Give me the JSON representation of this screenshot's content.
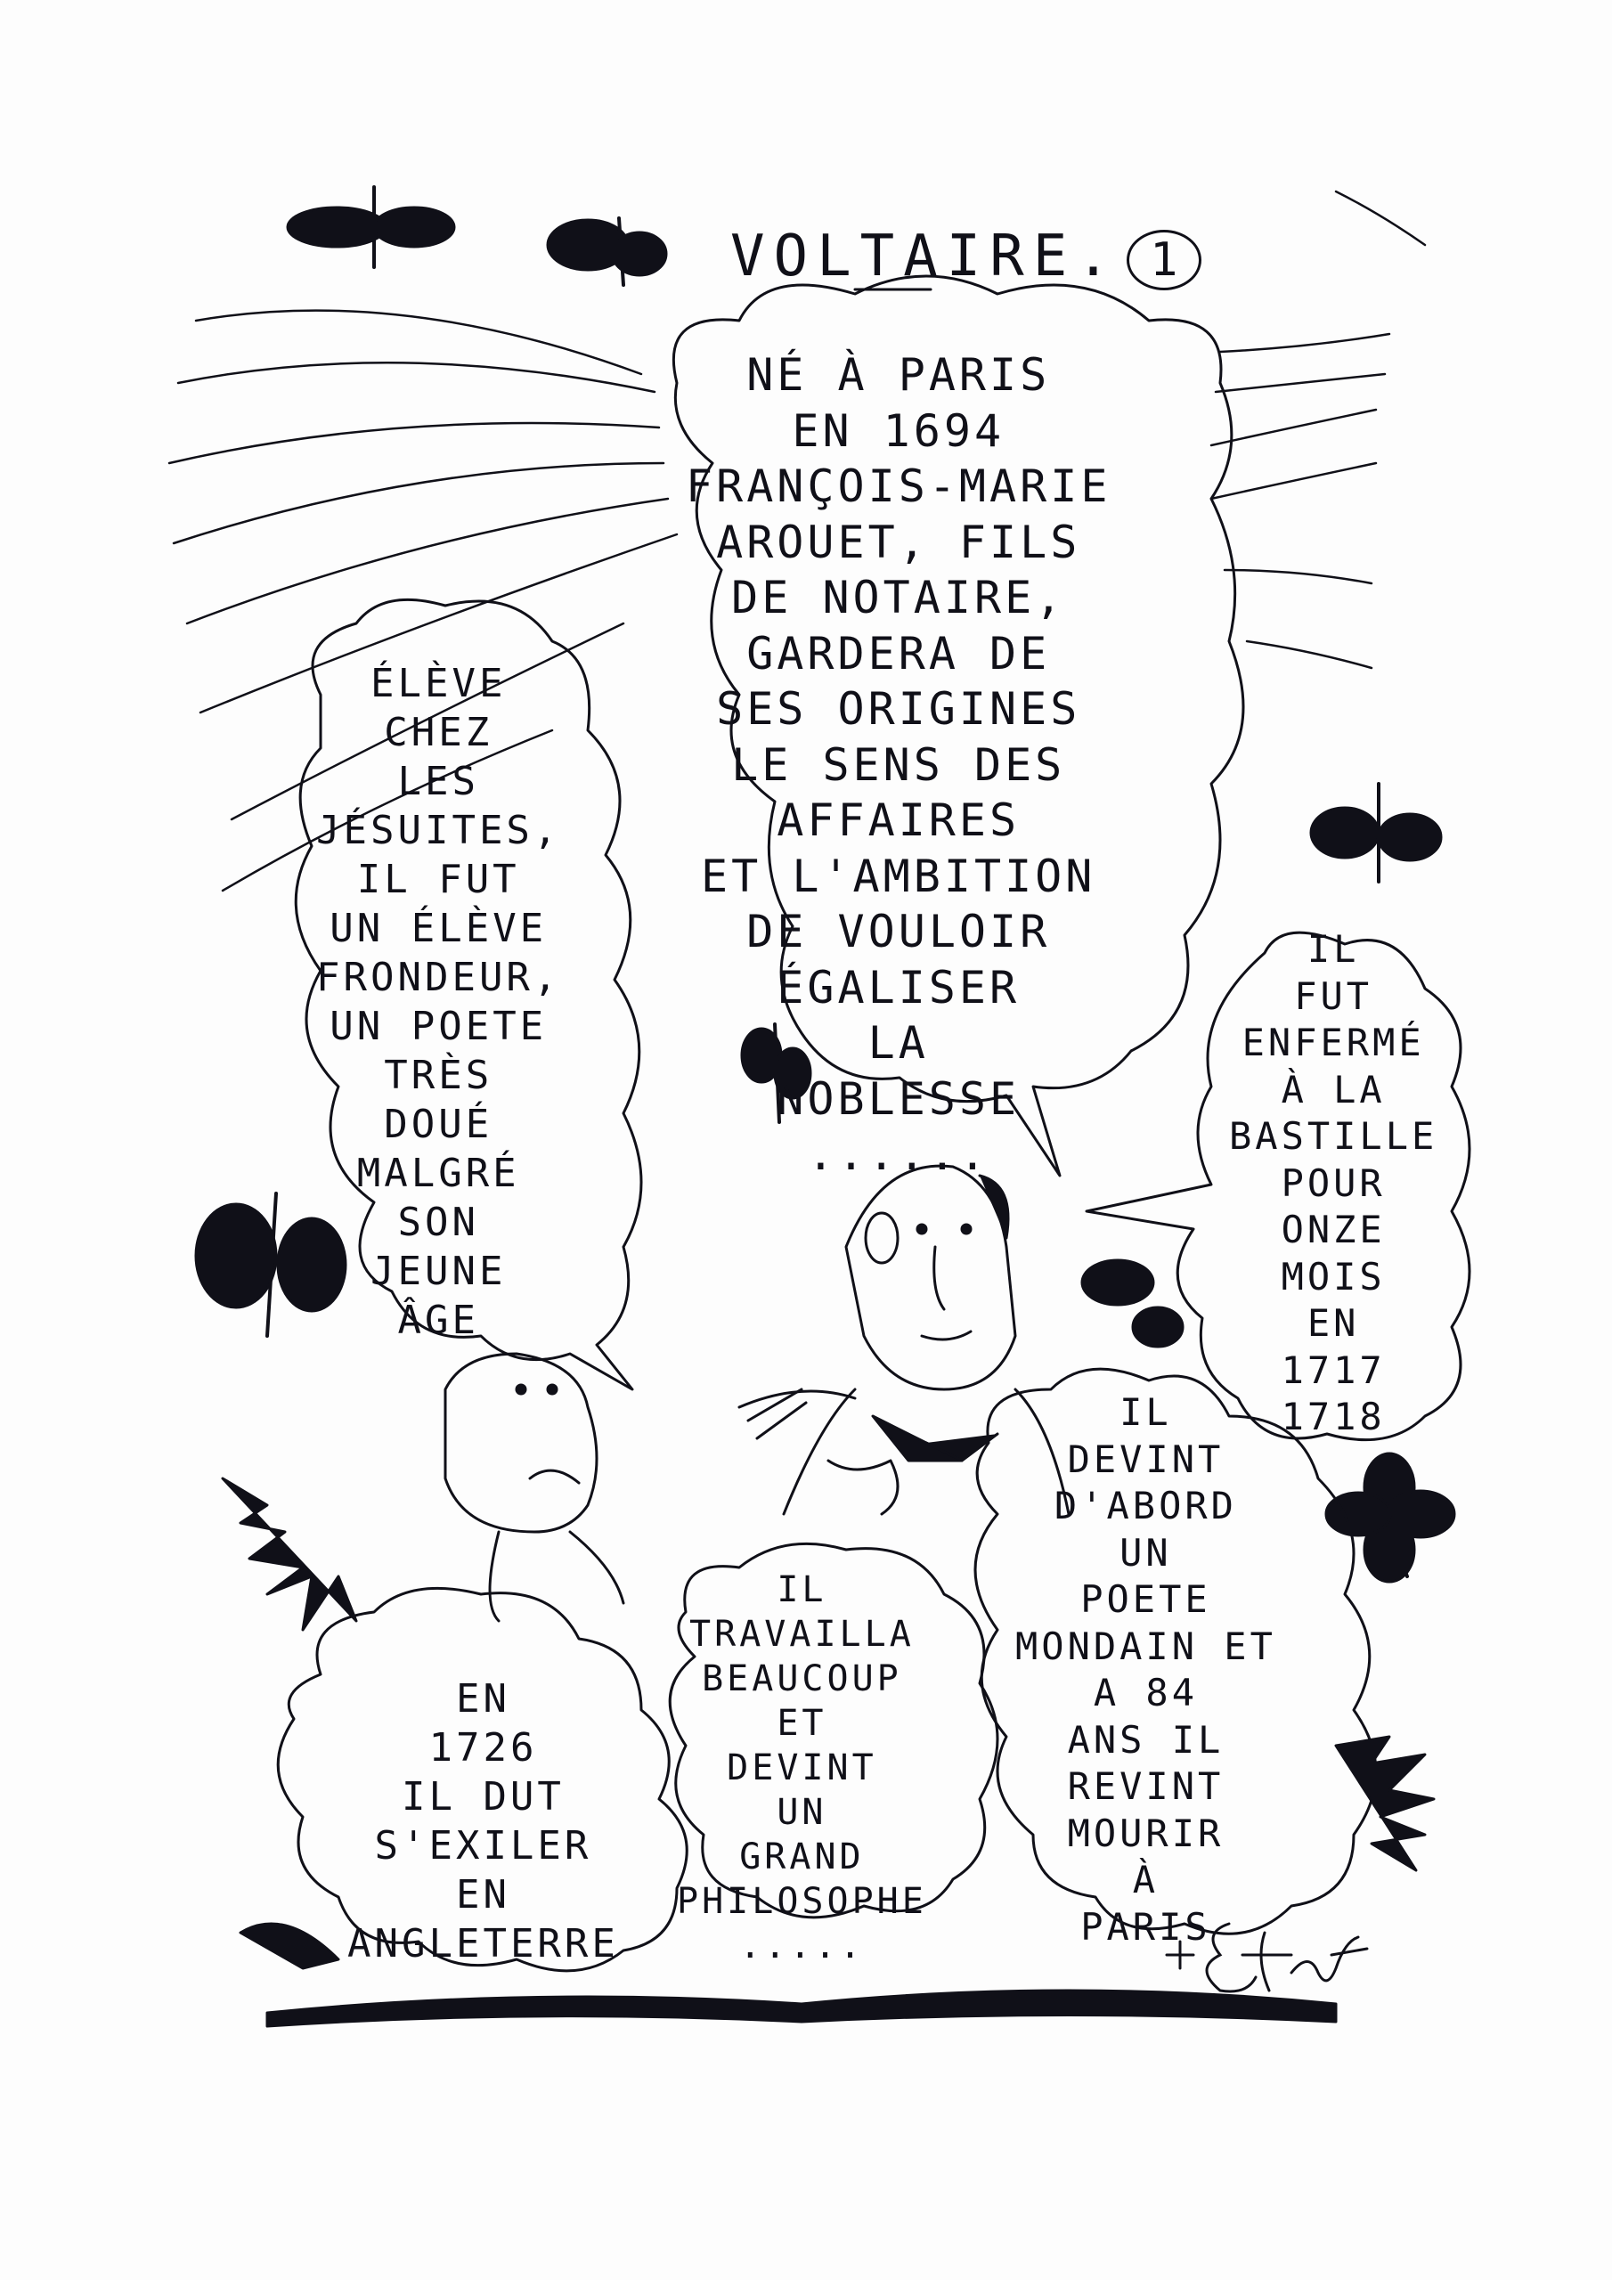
{
  "title": {
    "text": "VOLTAIRE.",
    "number": "1"
  },
  "bubbles": {
    "birth": {
      "lines": [
        "NÉ À PARIS",
        "EN 1694",
        "FRANÇOIS-MARIE",
        "AROUET, FILS",
        "DE NOTAIRE,",
        "GARDERA DE",
        "SES ORIGINES",
        "LE SENS DES",
        "AFFAIRES",
        "ET L'AMBITION",
        "DE VOULOIR",
        "ÉGALISER",
        "LA",
        "NOBLESSE",
        "......"
      ]
    },
    "jesuits": {
      "lines": [
        "ÉLÈVE",
        "CHEZ",
        "LES",
        "JÉSUITES,",
        "IL FUT",
        "UN ÉLÈVE",
        "FRONDEUR,",
        "UN POETE",
        "TRÈS",
        "DOUÉ",
        "MALGRÉ",
        "SON",
        "JEUNE",
        "ÂGE"
      ]
    },
    "bastille": {
      "lines": [
        "IL",
        "FUT",
        "ENFERMÉ",
        "À LA",
        "BASTILLE",
        "POUR",
        "ONZE",
        "MOIS",
        "EN",
        "1717",
        "1718"
      ]
    },
    "devint": {
      "lines": [
        "IL",
        "DEVINT",
        "D'ABORD",
        "UN",
        "POETE",
        "MONDAIN ET",
        "A 84",
        "ANS IL",
        "REVINT",
        "MOURIR",
        "À",
        "PARIS"
      ]
    },
    "travailla": {
      "lines": [
        "IL",
        "TRAVAILLA",
        "BEAUCOUP",
        "ET",
        "DEVINT",
        "UN",
        "GRAND",
        "PHILOSOPHE",
        "....."
      ]
    },
    "exil": {
      "lines": [
        "EN",
        "1726",
        "IL DUT",
        "S'EXILER",
        "EN",
        "ANGLETERRE"
      ]
    }
  },
  "signature": "Effert"
}
